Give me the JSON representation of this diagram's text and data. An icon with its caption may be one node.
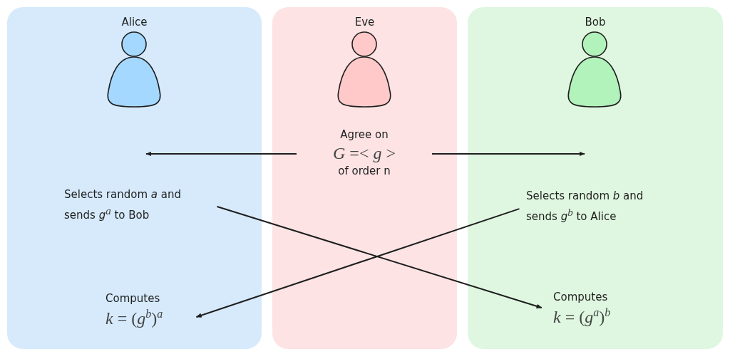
{
  "diagram": {
    "nodes": [
      {
        "text": [
          "Alice"
        ]
      },
      {
        "text": [],
        "shape": "person",
        "in": 0
      },
      {
        "text": [
          "Eve"
        ]
      },
      {
        "text": [],
        "shape": "person",
        "in": 2
      },
      {
        "text": [
          "Bob"
        ]
      },
      {
        "text": [],
        "shape": "person",
        "in": 4
      },
      {
        "text": [
          "Agree on",
          "*G* =< *g* >",
          "of order n"
        ],
        "in": 2
      },
      {
        "text": [
          "Selects random *a* and sends *g*$^{a}$ to Bob"
        ],
        "in": 0
      },
      {
        "text": [
          "Selects random *b* and sends *g*$^{b}$ to Alice"
        ],
        "in": 4
      },
      {
        "text": [
          "Computes",
          "*k* = (*g*$^{b}$)$^{a}$"
        ],
        "in": 0
      },
      {
        "text": [
          "Computes",
          "*k* = (*g*$^{a}$)$^{b}$"
        ],
        "in": 4
      }
    ],
    "edges": [
      {
        "from": 6,
        "to": null,
        "arrow": "to"
      },
      {
        "from": 6,
        "to": null,
        "arrow": "to"
      },
      {
        "from": 7,
        "to": 10,
        "arrow": "to"
      },
      {
        "from": 8,
        "to": 9,
        "arrow": "to"
      }
    ]
  }
}
